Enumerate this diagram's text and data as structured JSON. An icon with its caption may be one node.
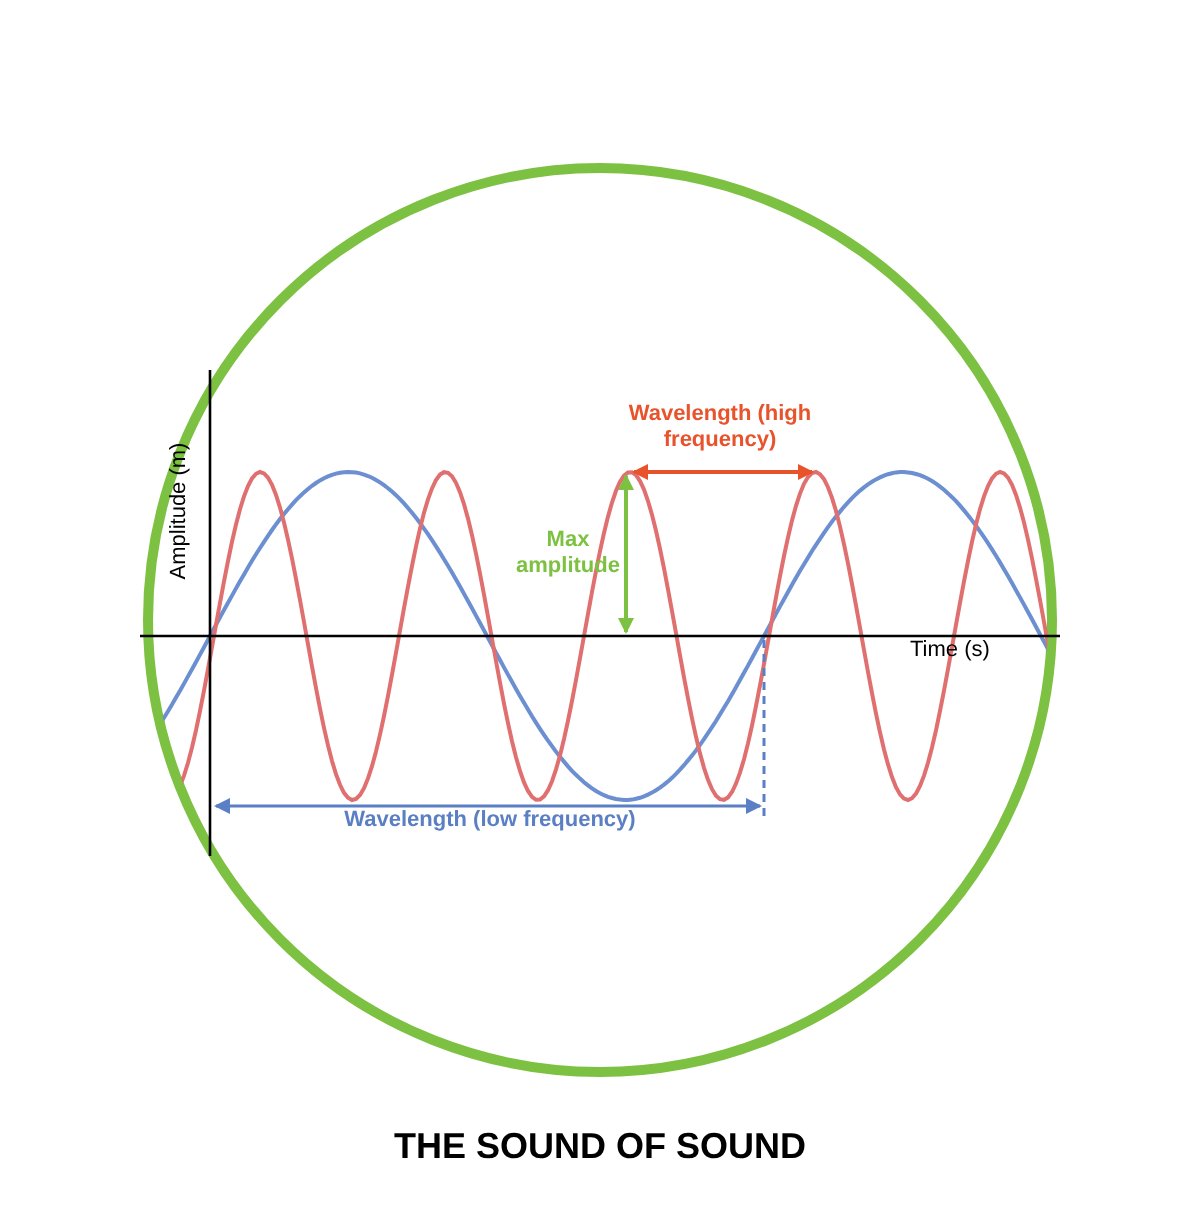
{
  "diagram": {
    "caption": "THE SOUND OF SOUND",
    "labels": [
      "Wavelength (high frequency)",
      "Max amplitude",
      "Amplitude (m)",
      "Time (s)",
      "Wavelength (low frequency)"
    ]
  }
}
